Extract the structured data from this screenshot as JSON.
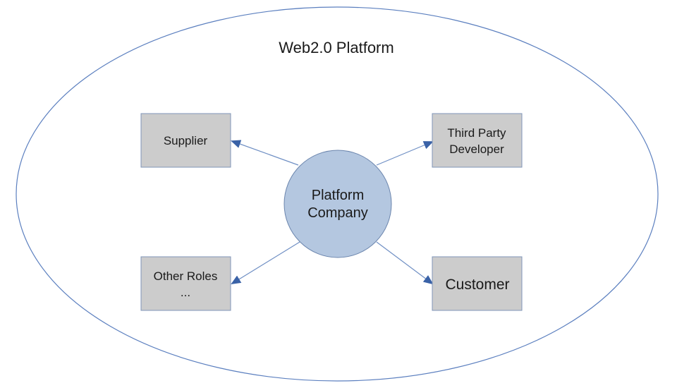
{
  "diagram": {
    "container": {
      "label": "Web2.0 Platform"
    },
    "center": {
      "lines": [
        "Platform",
        "Company"
      ]
    },
    "nodes": [
      {
        "id": "supplier",
        "lines": [
          "Supplier"
        ]
      },
      {
        "id": "third-party-developer",
        "lines": [
          "Third Party",
          "Developer"
        ]
      },
      {
        "id": "other-roles",
        "lines": [
          "Other Roles",
          "..."
        ]
      },
      {
        "id": "customer",
        "lines": [
          "Customer"
        ]
      }
    ],
    "edges": [
      {
        "from": "center",
        "to": "supplier"
      },
      {
        "from": "center",
        "to": "third-party-developer"
      },
      {
        "from": "center",
        "to": "other-roles"
      },
      {
        "from": "center",
        "to": "customer"
      }
    ],
    "colors": {
      "ellipse_stroke": "#5b7fbf",
      "box_fill": "#cccccc",
      "box_stroke": "#7f95b8",
      "circle_fill": "#b4c7e0",
      "circle_stroke": "#6b85ad",
      "edge": "#6f8fc4",
      "arrowhead": "#3a62a7"
    }
  }
}
